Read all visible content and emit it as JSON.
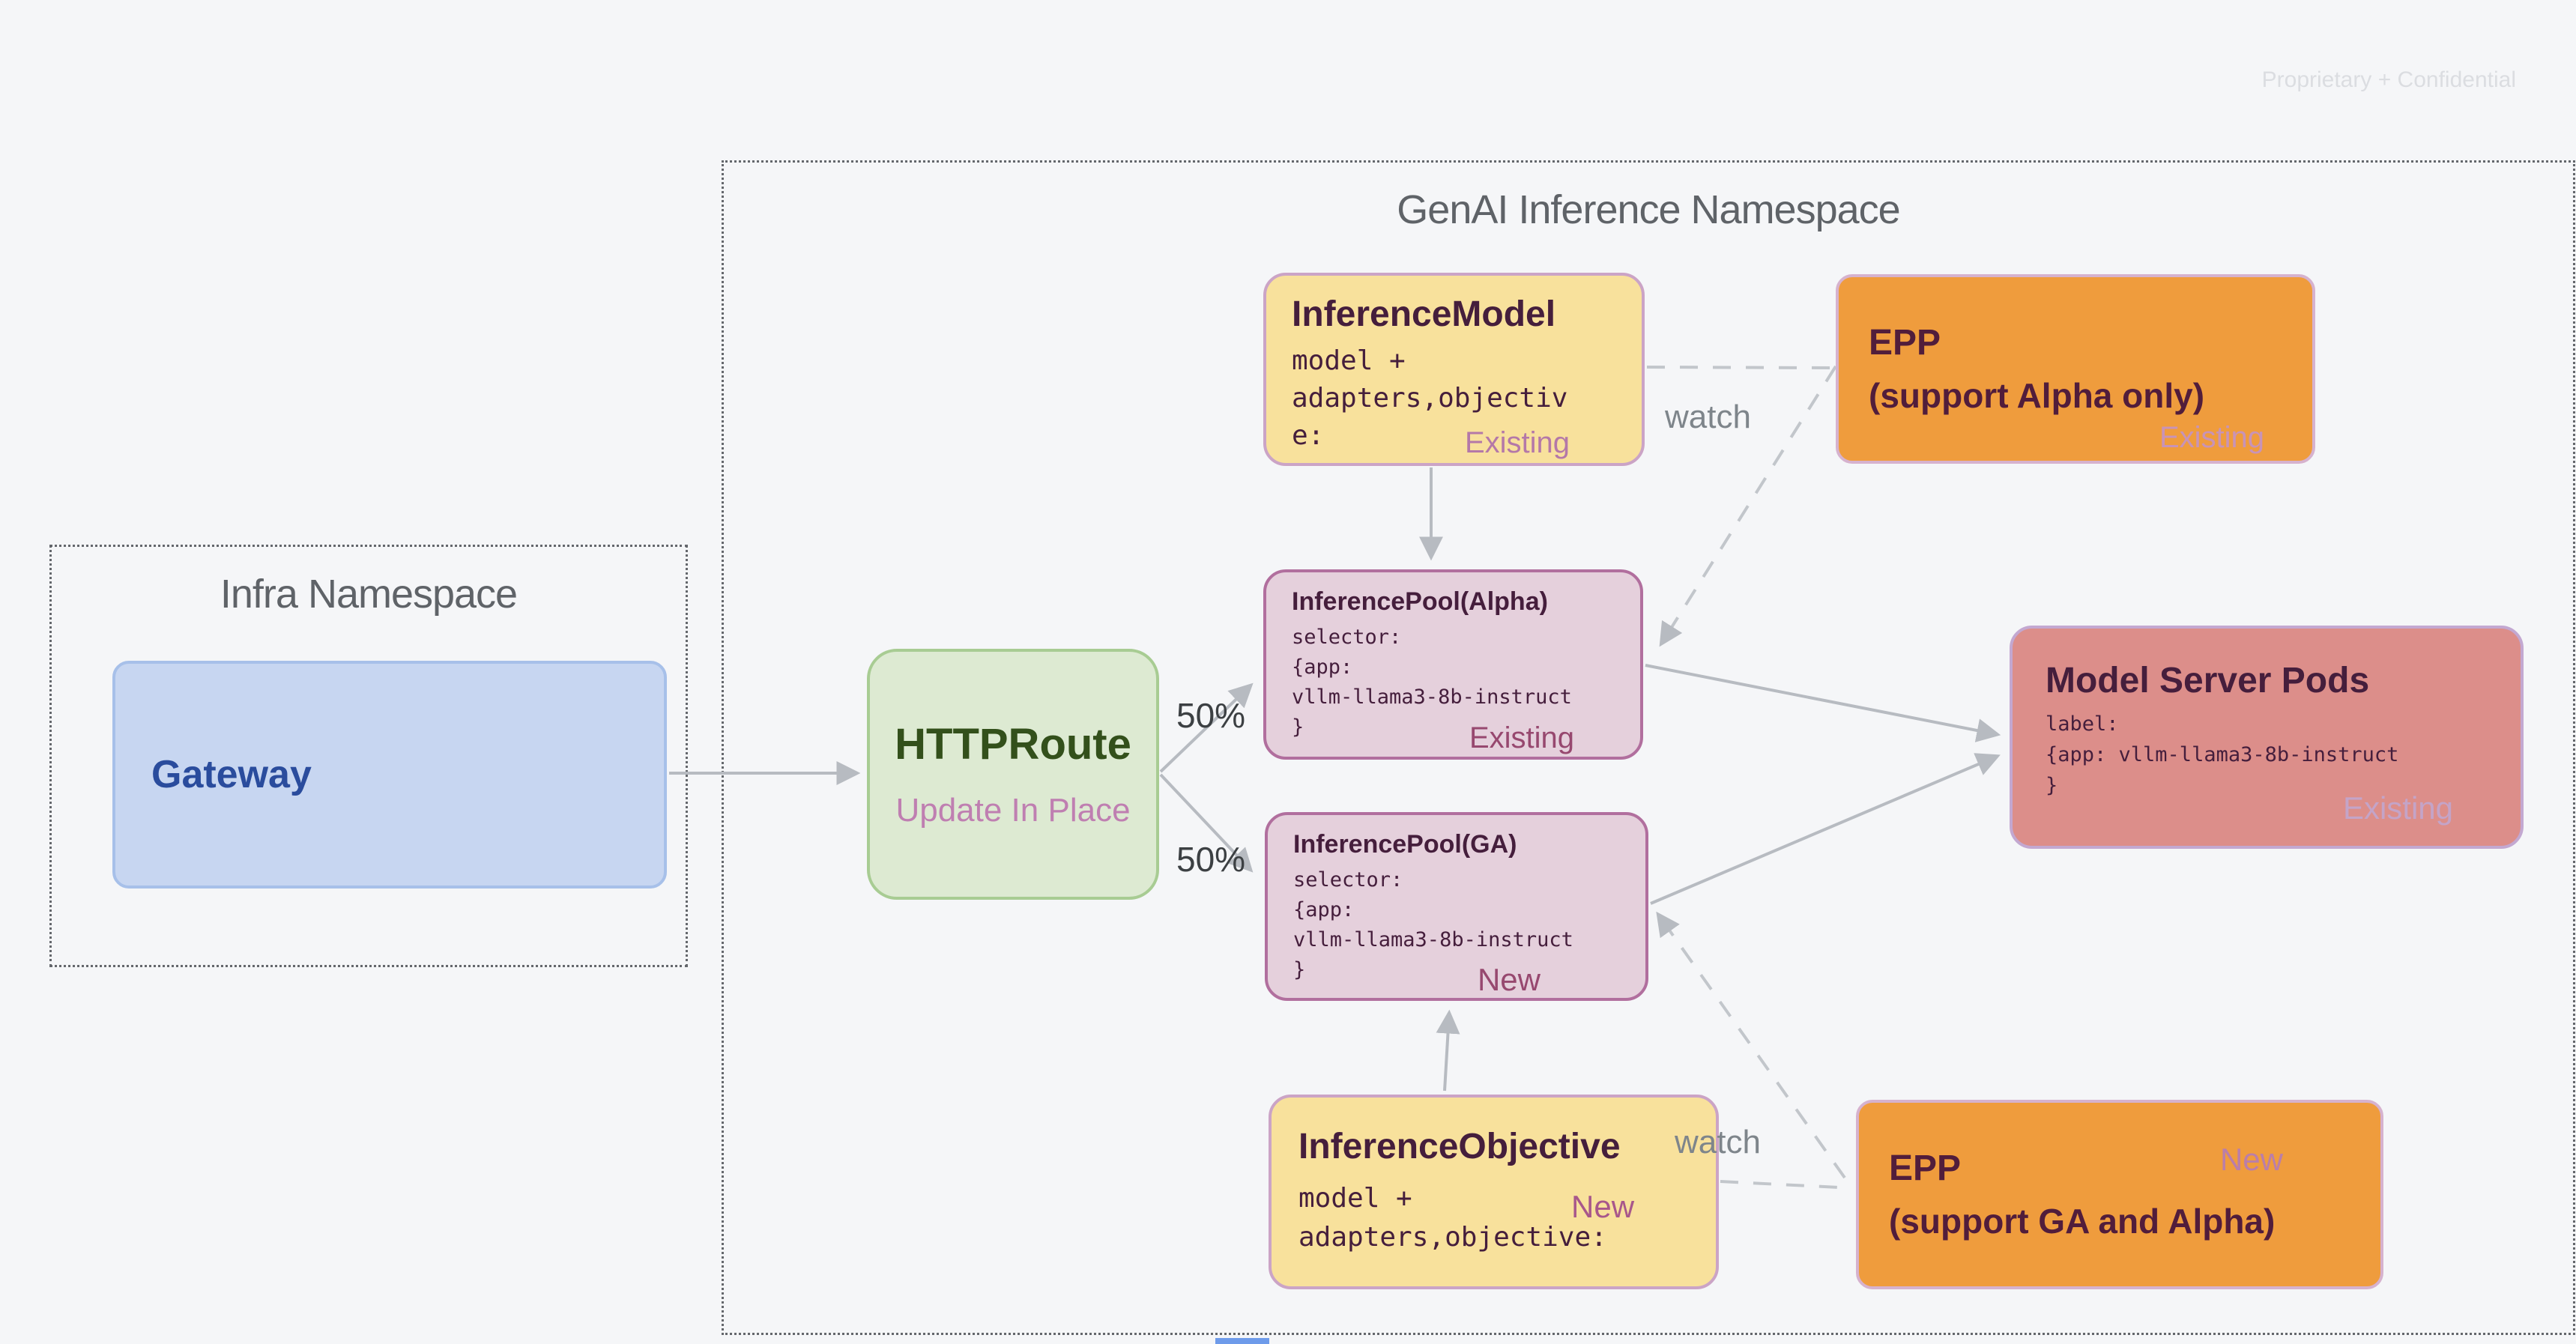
{
  "watermark": "Proprietary + Confidential",
  "infra": {
    "title": "Infra Namespace",
    "gateway": {
      "title": "Gateway"
    }
  },
  "genai": {
    "title": "GenAI Inference Namespace"
  },
  "nodes": {
    "httproute": {
      "title": "HTTPRoute",
      "subtitle": "Update In Place"
    },
    "inference_model": {
      "title": "InferenceModel",
      "code": "model +\nadapters,objectiv\ne:",
      "status": "Existing"
    },
    "epp_alpha": {
      "title": "EPP",
      "subtitle": "(support Alpha only)",
      "status": "Existing"
    },
    "pool_alpha": {
      "title": "InferencePool(Alpha)",
      "code": "selector:\n{app:\nvllm-llama3-8b-instruct\n}",
      "status": "Existing"
    },
    "pool_ga": {
      "title": "InferencePool(GA)",
      "code": "selector:\n{app:\nvllm-llama3-8b-instruct\n}",
      "status": "New"
    },
    "model_server_pods": {
      "title": "Model Server Pods",
      "code": "label:\n{app: vllm-llama3-8b-instruct\n}",
      "status": "Existing"
    },
    "inference_objective": {
      "title": "InferenceObjective",
      "code": "model +\nadapters,objective:",
      "status": "New"
    },
    "epp_ga": {
      "title": "EPP",
      "subtitle": "(support GA and Alpha)",
      "status": "New"
    }
  },
  "edges": {
    "split_top": "50%",
    "split_bottom": "50%",
    "watch_top": "watch",
    "watch_bottom": "watch"
  },
  "colors": {
    "background": "#F5F6F8",
    "yellow_box": "#F8E19C",
    "orange_box": "#EF9C3D",
    "pool_box": "#E5D0DC",
    "pods_box": "#DC8E8A",
    "green_box": "#DDEAD2",
    "blue_box": "#C7D6F1",
    "title_plum": "#451E3C",
    "status_mauve": "#97486F",
    "gray_text": "#5F6368",
    "arrow_gray": "#B7BBC1"
  }
}
